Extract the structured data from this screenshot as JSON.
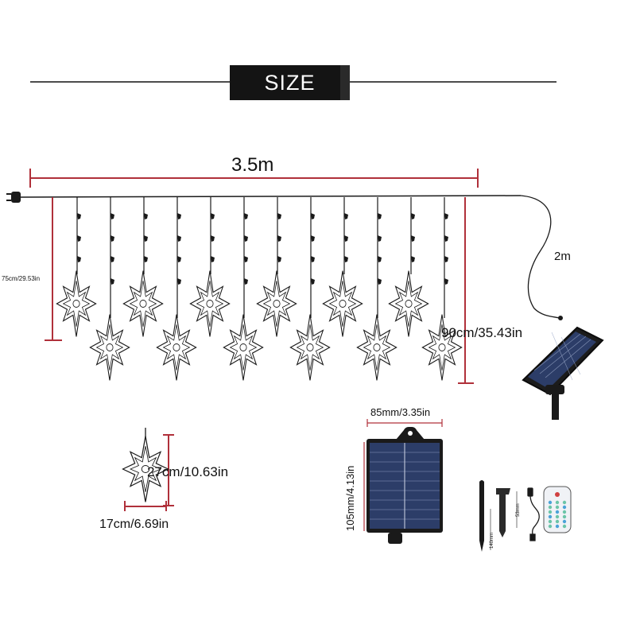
{
  "header": {
    "title": "SIZE"
  },
  "dimensions": {
    "total_width": "3.5m",
    "cable_length": "2m",
    "short_drop": "75cm/29.53in",
    "long_drop": "90cm/35.43in",
    "star_height": "27cm/10.63in",
    "star_width": "17cm/6.69in",
    "panel_width": "85mm/3.35in",
    "panel_height": "105mm/4.13in"
  },
  "accessories": {
    "stake_length": "140mm",
    "stake_width": "53mm"
  },
  "colors": {
    "dimension_line": "#b0303a",
    "product": "#1a1a1a",
    "panel_cell": "#2c3d68"
  },
  "icons": [
    "plug-icon",
    "star-light-icon",
    "solar-panel-icon",
    "ground-stake-icon",
    "usb-cable-icon",
    "remote-control-icon"
  ]
}
